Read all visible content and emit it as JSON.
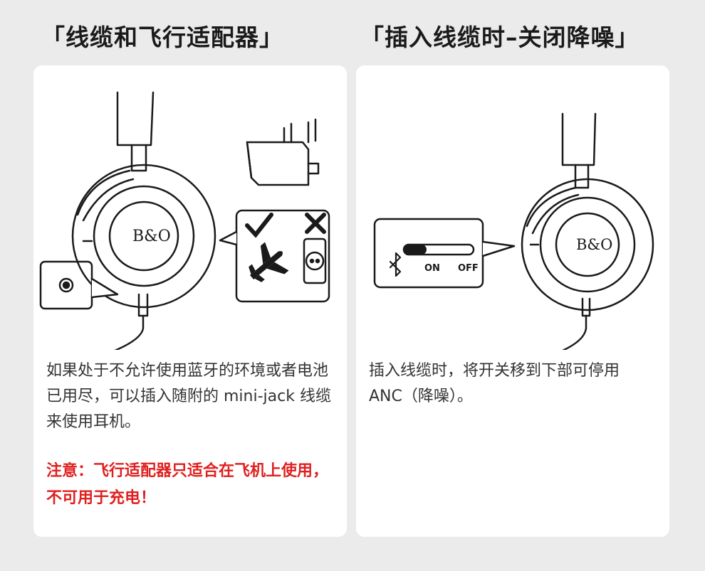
{
  "left": {
    "heading": "「线缆和飞行适配器」",
    "brand_logo": "B&O",
    "body_text": "如果处于不允许使用蓝牙的环境或者电池已用尽，可以插入随附的 mini-jack 线缆来使用耳机。",
    "warning_text": "注意：飞行适配器只适合在飞机上使用，不可用于充电！"
  },
  "right": {
    "heading": "「插入线缆时–关闭降噪」",
    "brand_logo": "B&O",
    "switch": {
      "on_label": "ON",
      "off_label": "OFF",
      "position": "on"
    },
    "body_text": "插入线缆时，将开关移到下部可停用 ANC（降噪）。"
  },
  "icons": {
    "allowed": "check-icon",
    "not_allowed": "cross-icon",
    "airplane": "airplane-icon",
    "wall_socket": "wall-socket-icon",
    "bluetooth": "bluetooth-icon"
  },
  "colors": {
    "warning": "#e02020",
    "background": "#ebebeb",
    "card": "#ffffff",
    "ink": "#1a1a1a"
  }
}
